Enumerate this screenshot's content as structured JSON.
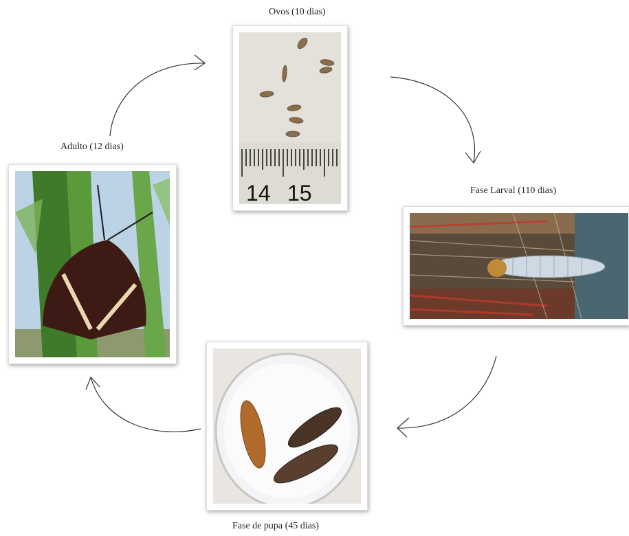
{
  "stages": {
    "eggs": {
      "label": "Ovos (10 dias)",
      "image": "eggs-on-ruler-photo",
      "ruler_marks": [
        "14",
        "15"
      ]
    },
    "larva": {
      "label": "Fase Larval (110 dias)",
      "image": "larva-in-cane-stalk-photo"
    },
    "pupa": {
      "label": "Fase de pupa (45 dias)",
      "image": "pupae-in-dish-photo"
    },
    "adult": {
      "label": "Adulto (12 dias)",
      "image": "moth-on-leaf-photo"
    }
  },
  "arrows": [
    "arrow-adult-to-eggs",
    "arrow-eggs-to-larva",
    "arrow-larva-to-pupa",
    "arrow-pupa-to-adult"
  ]
}
